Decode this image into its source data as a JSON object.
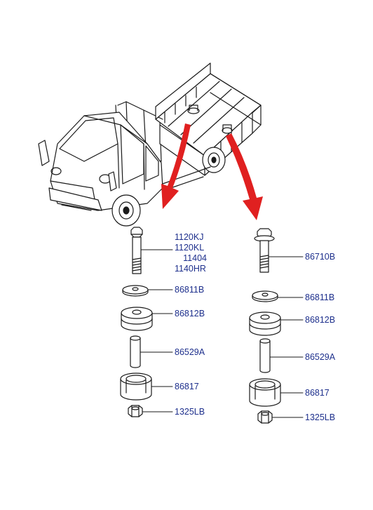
{
  "left_column": {
    "bolt_labels": [
      "1120KJ",
      "1120KL",
      "11404",
      "1140HR"
    ],
    "washer": "86811B",
    "upper_bushing": "86812B",
    "sleeve": "86529A",
    "lower_bushing": "86817",
    "nut": "1325LB"
  },
  "right_column": {
    "bolt": "86710B",
    "washer": "86811B",
    "upper_bushing": "86812B",
    "sleeve": "86529A",
    "lower_bushing": "86817",
    "nut": "1325LB"
  },
  "colors": {
    "line": "#1a1a1a",
    "label": "#1d2f8c",
    "arrow": "#e02020"
  }
}
